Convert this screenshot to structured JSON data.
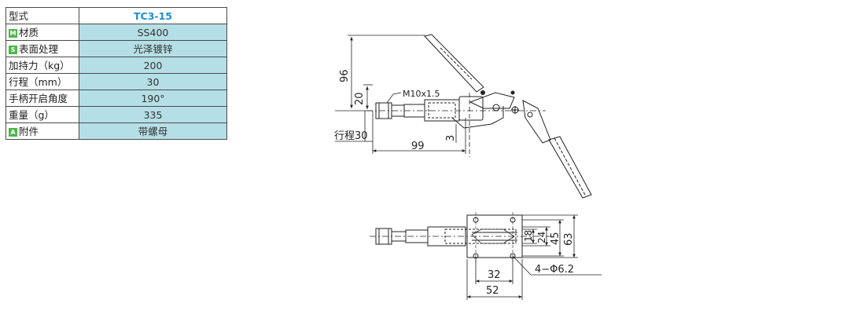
{
  "spec_table": {
    "model_label": "型式",
    "model_value": "TC3-15",
    "rows": [
      {
        "badge": "M",
        "badge_color": "#4db848",
        "label": "材质",
        "value": "SS400"
      },
      {
        "badge": "S",
        "badge_color": "#4db848",
        "label": "表面处理",
        "value": "光泽镀锌"
      },
      {
        "label": "加持力（kg）",
        "value": "200"
      },
      {
        "label": "行程（mm）",
        "value": "30"
      },
      {
        "label": "手柄开启角度",
        "value": "190°"
      },
      {
        "label": "重量（g）",
        "value": "335"
      },
      {
        "badge": "A",
        "badge_color": "#4db848",
        "label": "附件",
        "value": "带螺母"
      }
    ]
  },
  "drawing": {
    "thread_label": "M10x1.5",
    "dim_96": "96",
    "dim_20": "20",
    "dim_3": "3",
    "stroke_label": "行程30",
    "dim_99": "99",
    "dim_18": "18",
    "dim_24": "24",
    "dim_45": "45",
    "dim_63": "63",
    "hole_label": "4−Φ6.2",
    "dim_32": "32",
    "dim_52": "52"
  },
  "colors": {
    "header_text": "#1a8fd1",
    "data_cell_bg": "#b5dfe6",
    "badge_green": "#4db848"
  }
}
